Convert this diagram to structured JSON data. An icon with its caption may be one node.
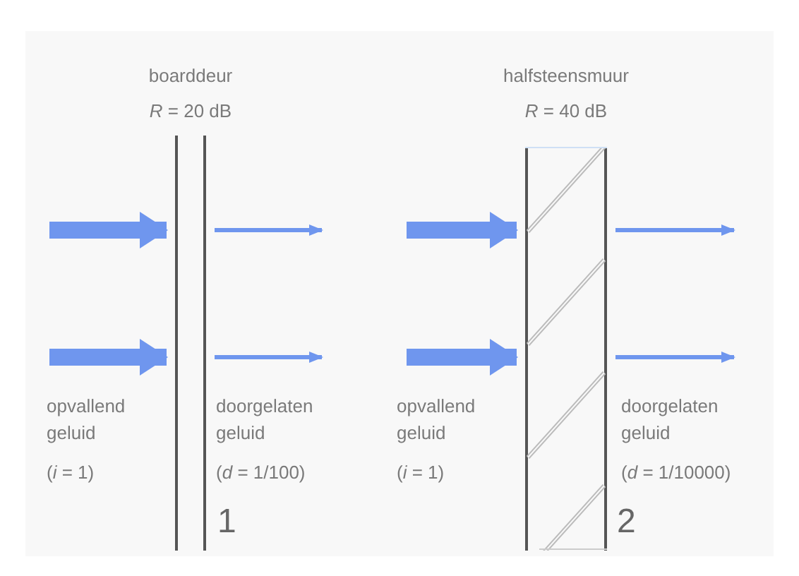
{
  "diagram": {
    "nodes": [
      {
        "text": [
          "boarddeur",
          "*R* = 20 dB"
        ]
      },
      {
        "text": [
          "halfsteensmuur",
          "*R* = 40 dB"
        ]
      }
    ],
    "edges": [
      {
        "from": null,
        "to": 0,
        "arrow": "to",
        "style": "thick"
      },
      {
        "from": null,
        "to": 0,
        "arrow": "to",
        "style": "thick"
      },
      {
        "from": 0,
        "to": null,
        "arrow": "to"
      },
      {
        "from": 0,
        "to": null,
        "arrow": "to"
      },
      {
        "from": null,
        "to": 1,
        "arrow": "to",
        "style": "thick"
      },
      {
        "from": null,
        "to": 1,
        "arrow": "to",
        "style": "thick"
      },
      {
        "from": 1,
        "to": null,
        "arrow": "to"
      },
      {
        "from": 1,
        "to": null,
        "arrow": "to"
      }
    ],
    "labels": [
      "opvallend geluid",
      "(*i* = 1)",
      "doorgelaten geluid",
      "(*d* = 1/100)",
      "1",
      "opvallend geluid",
      "(*i* = 1)",
      "doorgelaten geluid",
      "(*d* = 1/10000)",
      "2"
    ]
  }
}
